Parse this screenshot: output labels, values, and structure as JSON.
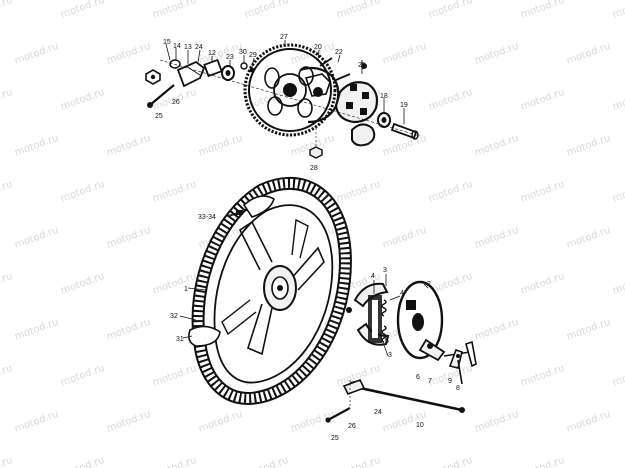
{
  "watermark": "motod.ru",
  "colors": {
    "ink": "#111111",
    "background": "#ffffff",
    "watermark": "#d9d9d9"
  },
  "parts": [
    {
      "id": "p15",
      "text": "15"
    },
    {
      "id": "p14",
      "text": "14"
    },
    {
      "id": "p13",
      "text": "13"
    },
    {
      "id": "p24a",
      "text": "24"
    },
    {
      "id": "p12",
      "text": "12"
    },
    {
      "id": "p23",
      "text": "23"
    },
    {
      "id": "p30",
      "text": "30"
    },
    {
      "id": "p29",
      "text": "29"
    },
    {
      "id": "p27",
      "text": "27"
    },
    {
      "id": "p20",
      "text": "20"
    },
    {
      "id": "p22",
      "text": "22"
    },
    {
      "id": "p21",
      "text": "21"
    },
    {
      "id": "p18",
      "text": "18"
    },
    {
      "id": "p19",
      "text": "19"
    },
    {
      "id": "p26a",
      "text": "26"
    },
    {
      "id": "p25a",
      "text": "25"
    },
    {
      "id": "p28",
      "text": "28"
    },
    {
      "id": "p3334",
      "text": "33-34"
    },
    {
      "id": "p1",
      "text": "1"
    },
    {
      "id": "p32",
      "text": "32"
    },
    {
      "id": "p31",
      "text": "31"
    },
    {
      "id": "p4a",
      "text": "4"
    },
    {
      "id": "p3a",
      "text": "3"
    },
    {
      "id": "p2",
      "text": "2"
    },
    {
      "id": "p4b",
      "text": "4"
    },
    {
      "id": "p5",
      "text": "5"
    },
    {
      "id": "p3b",
      "text": "3"
    },
    {
      "id": "p6",
      "text": "6"
    },
    {
      "id": "p7",
      "text": "7"
    },
    {
      "id": "p9",
      "text": "9"
    },
    {
      "id": "p8",
      "text": "8"
    },
    {
      "id": "p24b",
      "text": "24"
    },
    {
      "id": "p10",
      "text": "10"
    },
    {
      "id": "p26b",
      "text": "26"
    },
    {
      "id": "p25b",
      "text": "25"
    }
  ]
}
